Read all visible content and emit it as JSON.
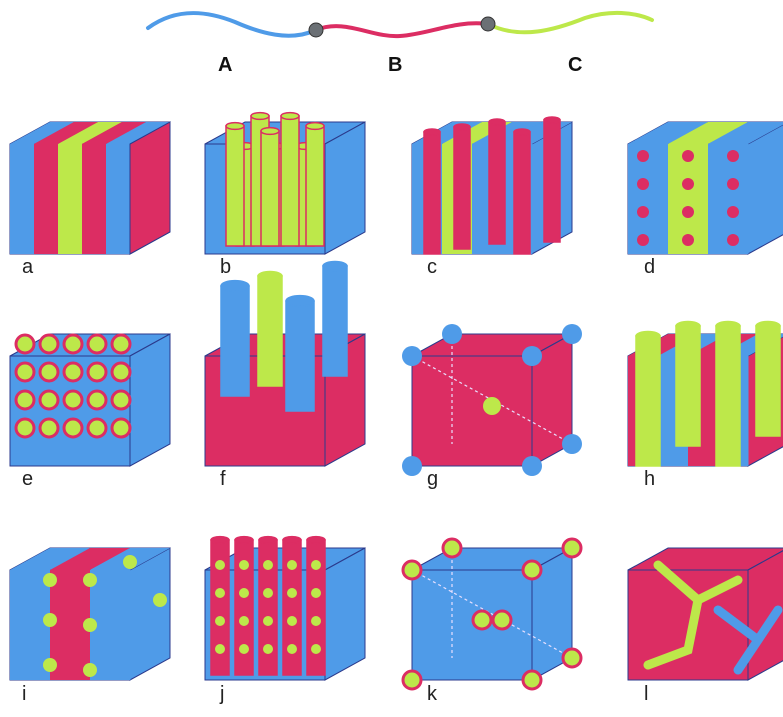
{
  "polymer": {
    "blocks": [
      {
        "label": "A",
        "color": "#4f9be8"
      },
      {
        "label": "B",
        "color": "#dc2d63"
      },
      {
        "label": "C",
        "color": "#bde84a"
      }
    ],
    "junction_color": "#6b7075"
  },
  "panels": [
    {
      "label": "a",
      "morphology": "lamellae-three-phase"
    },
    {
      "label": "b",
      "morphology": "core-shell-cylinders"
    },
    {
      "label": "c",
      "morphology": "lamellae-with-cylinders"
    },
    {
      "label": "d",
      "morphology": "lamellae-with-spheres"
    },
    {
      "label": "e",
      "morphology": "rings-on-cylinders"
    },
    {
      "label": "f",
      "morphology": "two-cylinder-types"
    },
    {
      "label": "g",
      "morphology": "sphere-lattice"
    },
    {
      "label": "h",
      "morphology": "cylinders-in-lamellae"
    },
    {
      "label": "i",
      "morphology": "spheres-at-lamellar-interface"
    },
    {
      "label": "j",
      "morphology": "helices-on-cylinders"
    },
    {
      "label": "k",
      "morphology": "core-shell-sphere-lattice"
    },
    {
      "label": "l",
      "morphology": "network-gyroid"
    }
  ],
  "colors": {
    "blue": "#4f9be8",
    "red": "#dc2d63",
    "green": "#bde84a",
    "edge": "#2b3a8c"
  }
}
